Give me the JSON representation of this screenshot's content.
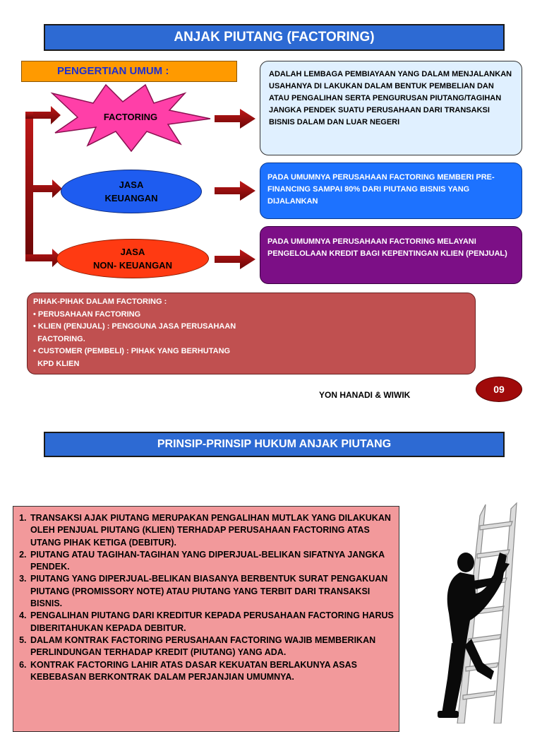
{
  "slide1": {
    "title": "ANJAK PIUTANG (FACTORING)",
    "section_label": "PENGERTIAN UMUM :",
    "nodes": {
      "factoring": "FACTORING",
      "jasa_keuangan": [
        "JASA",
        "KEUANGAN"
      ],
      "jasa_non_keuangan": [
        "JASA",
        "NON- KEUANGAN"
      ]
    },
    "definitions": {
      "factoring": "ADALAH LEMBAGA PEMBIAYAAN YANG DALAM MENJALANKAN USAHANYA DI LAKUKAN DALAM BENTUK PEMBELIAN DAN ATAU PENGALIHAN SERTA PENGURUSAN PIUTANG/TAGIHAN JANGKA PENDEK SUATU PERUSAHAAN DARI TRANSAKSI BISNIS DALAM DAN LUAR NEGERI",
      "jasa_keuangan": "PADA UMUMNYA PERUSAHAAN FACTORING MEMBERI PRE-FINANCING SAMPAI 80% DARI PIUTANG BISNIS YANG DIJALANKAN",
      "jasa_non_keuangan": "PADA UMUMNYA PERUSAHAAN FACTORING MELAYANI PENGELOLAAN KREDIT BAGI KEPENTINGAN KLIEN (PENJUAL)"
    },
    "parties": {
      "heading": "PIHAK-PIHAK DALAM FACTORING :",
      "items": [
        "• PERUSAHAAN FACTORING",
        "• KLIEN (PENJUAL) : PENGGUNA JASA PERUSAHAAN",
        "  FACTORING.",
        "• CUSTOMER (PEMBELI) : PIHAK YANG BERHUTANG",
        "  KPD KLIEN"
      ]
    },
    "authors": "YON HANADI & WIWIK",
    "page_number": "09"
  },
  "slide2": {
    "title": "PRINSIP-PRINSIP HUKUM ANJAK PIUTANG",
    "principles": [
      "TRANSAKSI AJAK PIUTANG MERUPAKAN PENGALIHAN MUTLAK YANG DILAKUKAN OLEH PENJUAL PIUTANG (KLIEN) TERHADAP PERUSAHAAN FACTORING ATAS UTANG PIHAK KETIGA (DEBITUR).",
      "PIUTANG ATAU TAGIHAN-TAGIHAN YANG DIPERJUAL-BELIKAN SIFATNYA JANGKA PENDEK.",
      "PIUTANG YANG DIPERJUAL-BELIKAN BIASANYA BERBENTUK SURAT PENGAKUAN PIUTANG (PROMISSORY NOTE) ATAU PIUTANG YANG TERBIT DARI TRANSAKSI BISNIS.",
      "PENGALIHAN PIUTANG DARI KREDITUR KEPADA PERUSAHAAN FACTORING HARUS DIBERITAHUKAN KEPADA DEBITUR.",
      "DALAM KONTRAK FACTORING PERUSAHAAN FACTORING WAJIB MEMBERIKAN PERLINDUNGAN TERHADAP KREDIT (PIUTANG) YANG ADA.",
      "KONTRAK FACTORING LAHIR ATAS DASAR KEKUATAN BERLAKUNYA ASAS KEBEBASAN BERKONTRAK DALAM PERJANJIAN UMUMNYA."
    ],
    "illustration": "ladder-climber-silhouette"
  },
  "colors": {
    "title_blue": "#2d6ad3",
    "label_orange": "#ff9a00",
    "label_text_blue": "#1c2fd1",
    "star_pink": "#ff3fa8",
    "ellipse_blue": "#1e5cf0",
    "ellipse_red": "#ff3a12",
    "arrow_dark_red": "#8c0a0a",
    "box_light_blue": "#e0f0ff",
    "box_blue": "#1d72ff",
    "box_purple": "#7c0f86",
    "box_brick": "#c05050",
    "badge_dark_red": "#a00a0a",
    "principles_pink": "#f2999b"
  }
}
